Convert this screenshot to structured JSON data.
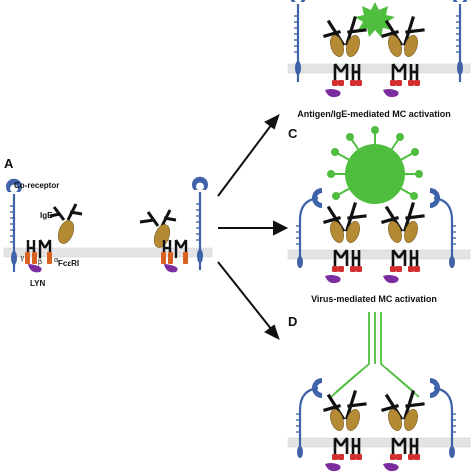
{
  "panels": {
    "a": {
      "letter": "A"
    },
    "b": {
      "caption": "Antigen/IgE-mediated MC activation"
    },
    "c": {
      "letter": "C",
      "caption": "Virus-mediated MC activation"
    },
    "d": {
      "letter": "D"
    }
  },
  "labels": {
    "co_receptor": "Co-receptor",
    "ige": "IgE",
    "lyn": "LYN",
    "fceri": "FcεRI",
    "gamma": "γ",
    "beta": "β",
    "alpha": "α"
  },
  "colors": {
    "membrane": "#e3e3e3",
    "coreceptor": "#3f62a8",
    "ige_fab": "#b58a35",
    "red_domain": "#d32f2f",
    "lyn": "#7b2c9e",
    "orange_domain": "#d9601f",
    "antigen": "#4fbe3f",
    "antibody": "#4fbe3f"
  }
}
